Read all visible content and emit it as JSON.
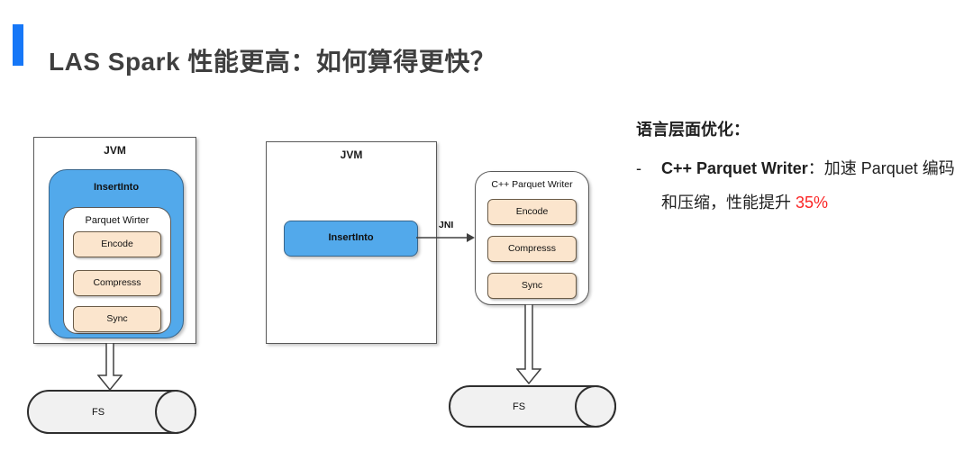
{
  "title": {
    "text": "LAS Spark 性能更高：如何算得更快？"
  },
  "colors": {
    "accent_blue": "#1677f7",
    "node_blue": "#52a9eb",
    "step_peach": "#fbe5cd",
    "highlight_red": "#fb2525",
    "cylinder_gray": "#f1f1f1"
  },
  "diagram": {
    "left": {
      "jvm_label": "JVM",
      "insertinto_label": "InsertInto",
      "writer_label": "Parquet Wirter",
      "steps": [
        "Encode",
        "Compresss",
        "Sync"
      ],
      "fs_label": "FS"
    },
    "right_flow": {
      "jvm_label": "JVM",
      "insertinto_label": "InsertInto",
      "jni_label": "JNI",
      "writer_label": "C++ Parquet Writer",
      "steps": [
        "Encode",
        "Compresss",
        "Sync"
      ],
      "fs_label": "FS"
    }
  },
  "notes": {
    "heading": "语言层面优化：",
    "bullet_dash": "-",
    "bullet_bold": "C++ Parquet Writer",
    "bullet_text": "：加速 Parquet 编码和压缩，性能提升 ",
    "bullet_highlight": "35%"
  }
}
